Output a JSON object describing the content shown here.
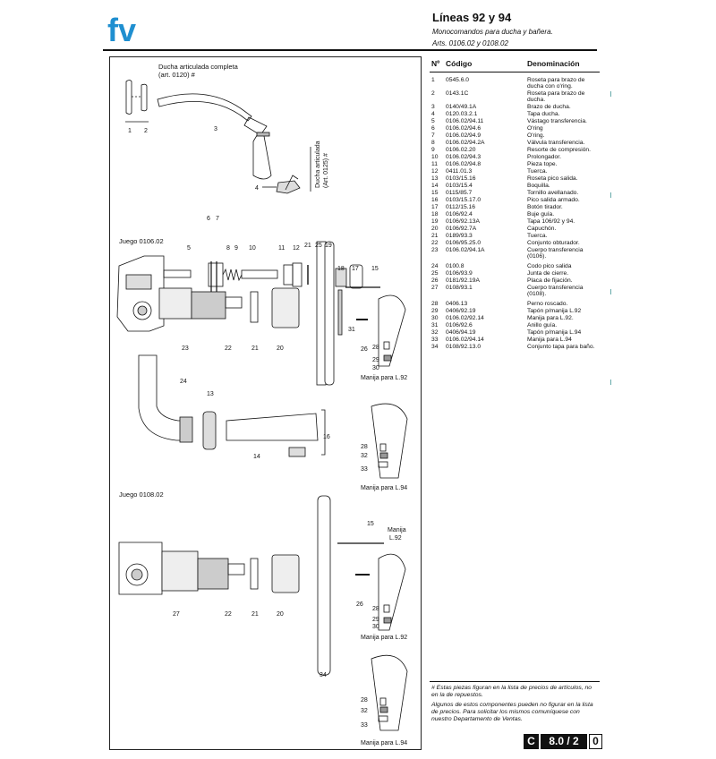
{
  "brand": {
    "logo_text": "fv",
    "logo_color": "#1f8fd0"
  },
  "header": {
    "title": "Líneas 92 y 94",
    "subtitle": "Monocomandos para ducha y bañera.",
    "articles": "Arts. 0106.02 y 0108.02"
  },
  "diagram": {
    "shower_caption_1": "Ducha articulada completa",
    "shower_caption_2": "(art. 0120) #",
    "shower_vertical_1": "Ducha articulada",
    "shower_vertical_2": "(Art. 0125) #",
    "set1_title": "Juego 0106.02",
    "set2_title": "Juego 0108.02",
    "handle_92": "Manija para L.92",
    "handle_94": "Manija para L.94",
    "manija_word": "Manija",
    "l92_word": "L.92",
    "callouts": [
      "1",
      "2",
      "3",
      "4",
      "5",
      "6",
      "7",
      "8",
      "9",
      "10",
      "11",
      "12",
      "13",
      "14",
      "15",
      "16",
      "17",
      "18",
      "19",
      "20",
      "21",
      "22",
      "23",
      "24",
      "25",
      "26",
      "27",
      "28",
      "29",
      "30",
      "31",
      "32",
      "33",
      "34"
    ]
  },
  "parts_table": {
    "headers": {
      "num": "Nº",
      "code": "Código",
      "name": "Denominación"
    },
    "rows": [
      {
        "num": "1",
        "code": "0545.6.0",
        "name": "Roseta para brazo de ducha con o'ring."
      },
      {
        "num": "2",
        "code": "0143.1C",
        "name": "Roseta para brazo de ducha."
      },
      {
        "num": "3",
        "code": "0140/49.1A",
        "name": "Brazo de ducha."
      },
      {
        "num": "4",
        "code": "0120.03.2.1",
        "name": "Tapa ducha."
      },
      {
        "num": "5",
        "code": "0106.02/94.11",
        "name": "Vástago transferencia."
      },
      {
        "num": "6",
        "code": "0106.02/94.6",
        "name": "O'ring"
      },
      {
        "num": "7",
        "code": "0106.02/94.9",
        "name": "O'ring."
      },
      {
        "num": "8",
        "code": "0106.02/94.2A",
        "name": "Válvula transferencia."
      },
      {
        "num": "9",
        "code": "0106.02.20",
        "name": "Resorte de compresión."
      },
      {
        "num": "10",
        "code": "0106.02/94.3",
        "name": "Prolongador."
      },
      {
        "num": "11",
        "code": "0106.02/94.8",
        "name": "Pieza tope."
      },
      {
        "num": "12",
        "code": "0411.01.3",
        "name": "Tuerca."
      },
      {
        "num": "13",
        "code": "0103/15.16",
        "name": "Roseta pico salida."
      },
      {
        "num": "14",
        "code": "0103/15.4",
        "name": "Boquilla."
      },
      {
        "num": "15",
        "code": "0115/85.7",
        "name": "Tornillo avellanado."
      },
      {
        "num": "16",
        "code": "0103/15.17.0",
        "name": "Pico salida armado."
      },
      {
        "num": "17",
        "code": "0112/15.16",
        "name": "Botón tirador."
      },
      {
        "num": "18",
        "code": "0106/92.4",
        "name": "Buje guía."
      },
      {
        "num": "19",
        "code": "0106/92.13A",
        "name": "Tapa 106/92 y 94."
      },
      {
        "num": "20",
        "code": "0106/92.7A",
        "name": "Capuchón."
      },
      {
        "num": "21",
        "code": "0189/93.3",
        "name": "Tuerca."
      },
      {
        "num": "22",
        "code": "0106/95.25.0",
        "name": "Conjunto obturador."
      },
      {
        "num": "23",
        "code": "0106.02/94.1A",
        "name": "Cuerpo transferencia (0106)."
      },
      {
        "num": "24",
        "code": "0100.8",
        "name": "Codo pico salida"
      },
      {
        "num": "25",
        "code": "0106/93.9",
        "name": "Junta de cierre."
      },
      {
        "num": "26",
        "code": "0181/92.19A",
        "name": "Placa de fijación."
      },
      {
        "num": "27",
        "code": "0108/93.1",
        "name": "Cuerpo transferencia (0108)."
      },
      {
        "num": "28",
        "code": "0406.13",
        "name": "Perno roscado."
      },
      {
        "num": "29",
        "code": "0406/92.19",
        "name": "Tapón p/manija L.92"
      },
      {
        "num": "30",
        "code": "0106.02/92.14",
        "name": "Manija para L.92."
      },
      {
        "num": "31",
        "code": "0106/92.6",
        "name": "Anillo guía."
      },
      {
        "num": "32",
        "code": "0406/94.19",
        "name": "Tapón p/manija L.94"
      },
      {
        "num": "33",
        "code": "0106.02/94.14",
        "name": "Manija para L.94"
      },
      {
        "num": "34",
        "code": "0108/92.13.0",
        "name": "Conjunto tapa para baño."
      }
    ]
  },
  "footnotes": {
    "note1": "# Estas piezas figuran en la lista de precios de artículos, no en la de repuestos.",
    "note2": "Algunos de estos componentes pueden no figurar en la lista de precios. Para solicitar los mismos comuníquese con nuestro Departamento de Ventas."
  },
  "page_tag": {
    "section": "C",
    "number": "8.0 / 2",
    "sub": "0"
  }
}
